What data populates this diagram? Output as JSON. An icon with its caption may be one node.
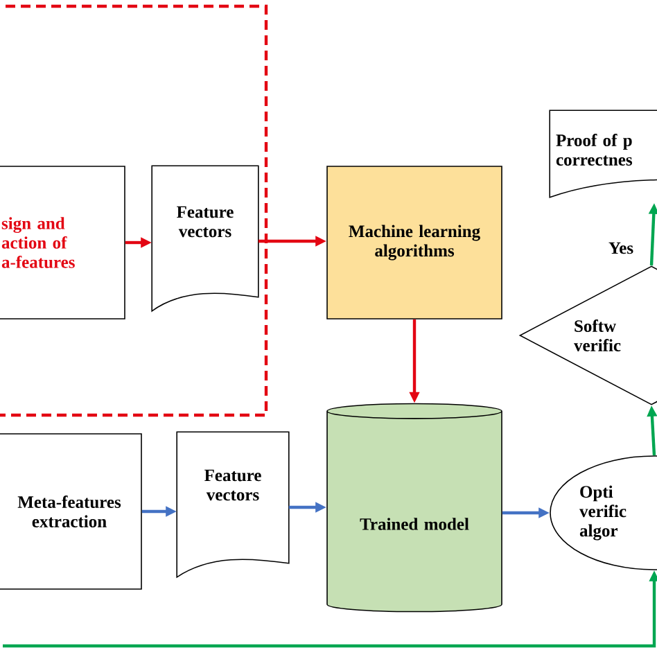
{
  "diagram": {
    "nodes": [
      {
        "text": [],
        "shape": "box"
      },
      {
        "text": [
          "sign and action of a-features"
        ],
        "in": 0
      },
      {
        "text": [
          "Feature vectors"
        ],
        "in": 0
      },
      {
        "text": [
          "Machine learning algorithms"
        ]
      },
      {
        "text": [
          "Proof of p correctnes"
        ]
      },
      {
        "text": [
          "Softw verific"
        ]
      },
      {
        "text": [
          "Meta-features extraction"
        ]
      },
      {
        "text": [
          "Feature vectors"
        ]
      },
      {
        "text": [
          "Trained model"
        ]
      },
      {
        "text": [
          "Opti verific algor"
        ]
      }
    ],
    "edges": [
      {
        "from": 1,
        "to": 2,
        "arrow": "to",
        "color": "#e30613"
      },
      {
        "from": 2,
        "to": 3,
        "arrow": "to",
        "color": "#e30613"
      },
      {
        "from": 3,
        "to": 8,
        "arrow": "to",
        "color": "#e30613"
      },
      {
        "from": 6,
        "to": 7,
        "arrow": "to",
        "color": "#4472c4"
      },
      {
        "from": 7,
        "to": 8,
        "arrow": "to",
        "color": "#4472c4"
      },
      {
        "from": 8,
        "to": 9,
        "arrow": "to",
        "color": "#4472c4"
      },
      {
        "from": 9,
        "to": 5,
        "arrow": "to",
        "color": "#00a651"
      },
      {
        "from": 5,
        "to": 4,
        "arrow": "to",
        "label": "Yes",
        "color": "#00a651"
      },
      {
        "from": null,
        "to": 9,
        "arrow": "to",
        "color": "#00a651"
      }
    ]
  }
}
